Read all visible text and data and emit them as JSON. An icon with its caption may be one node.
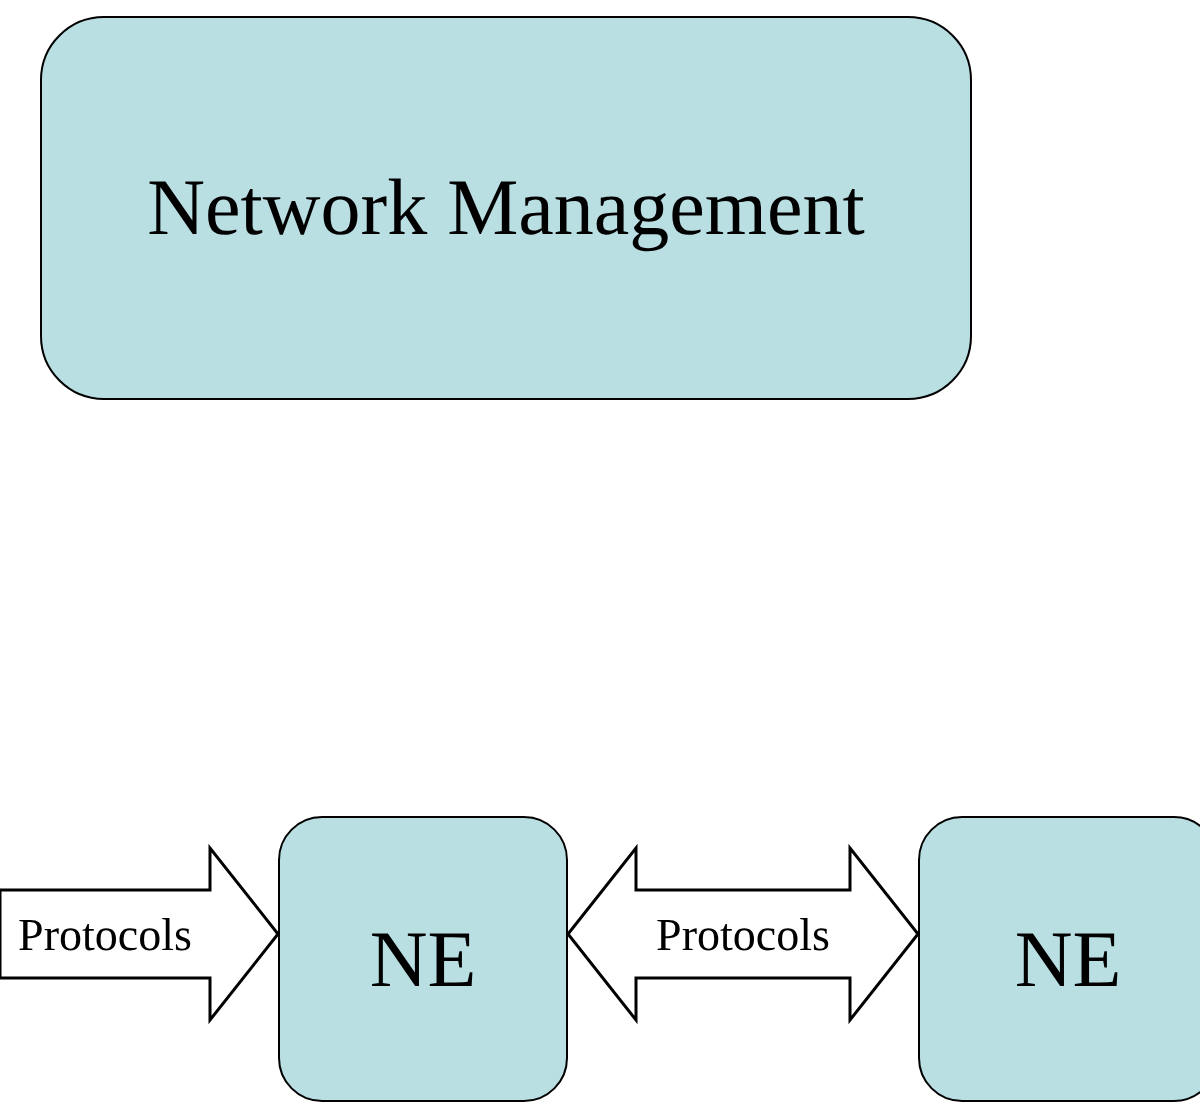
{
  "diagram": {
    "nodes": [
      {
        "text": [
          "Network Management"
        ]
      },
      {
        "text": [
          "NE"
        ]
      },
      {
        "text": [
          "NE"
        ]
      }
    ],
    "edges": [
      {
        "from": null,
        "to": 1,
        "arrow": "to",
        "label": "Protocols"
      },
      {
        "from": 1,
        "to": 2,
        "arrow": "both",
        "label": "Protocols"
      }
    ]
  }
}
